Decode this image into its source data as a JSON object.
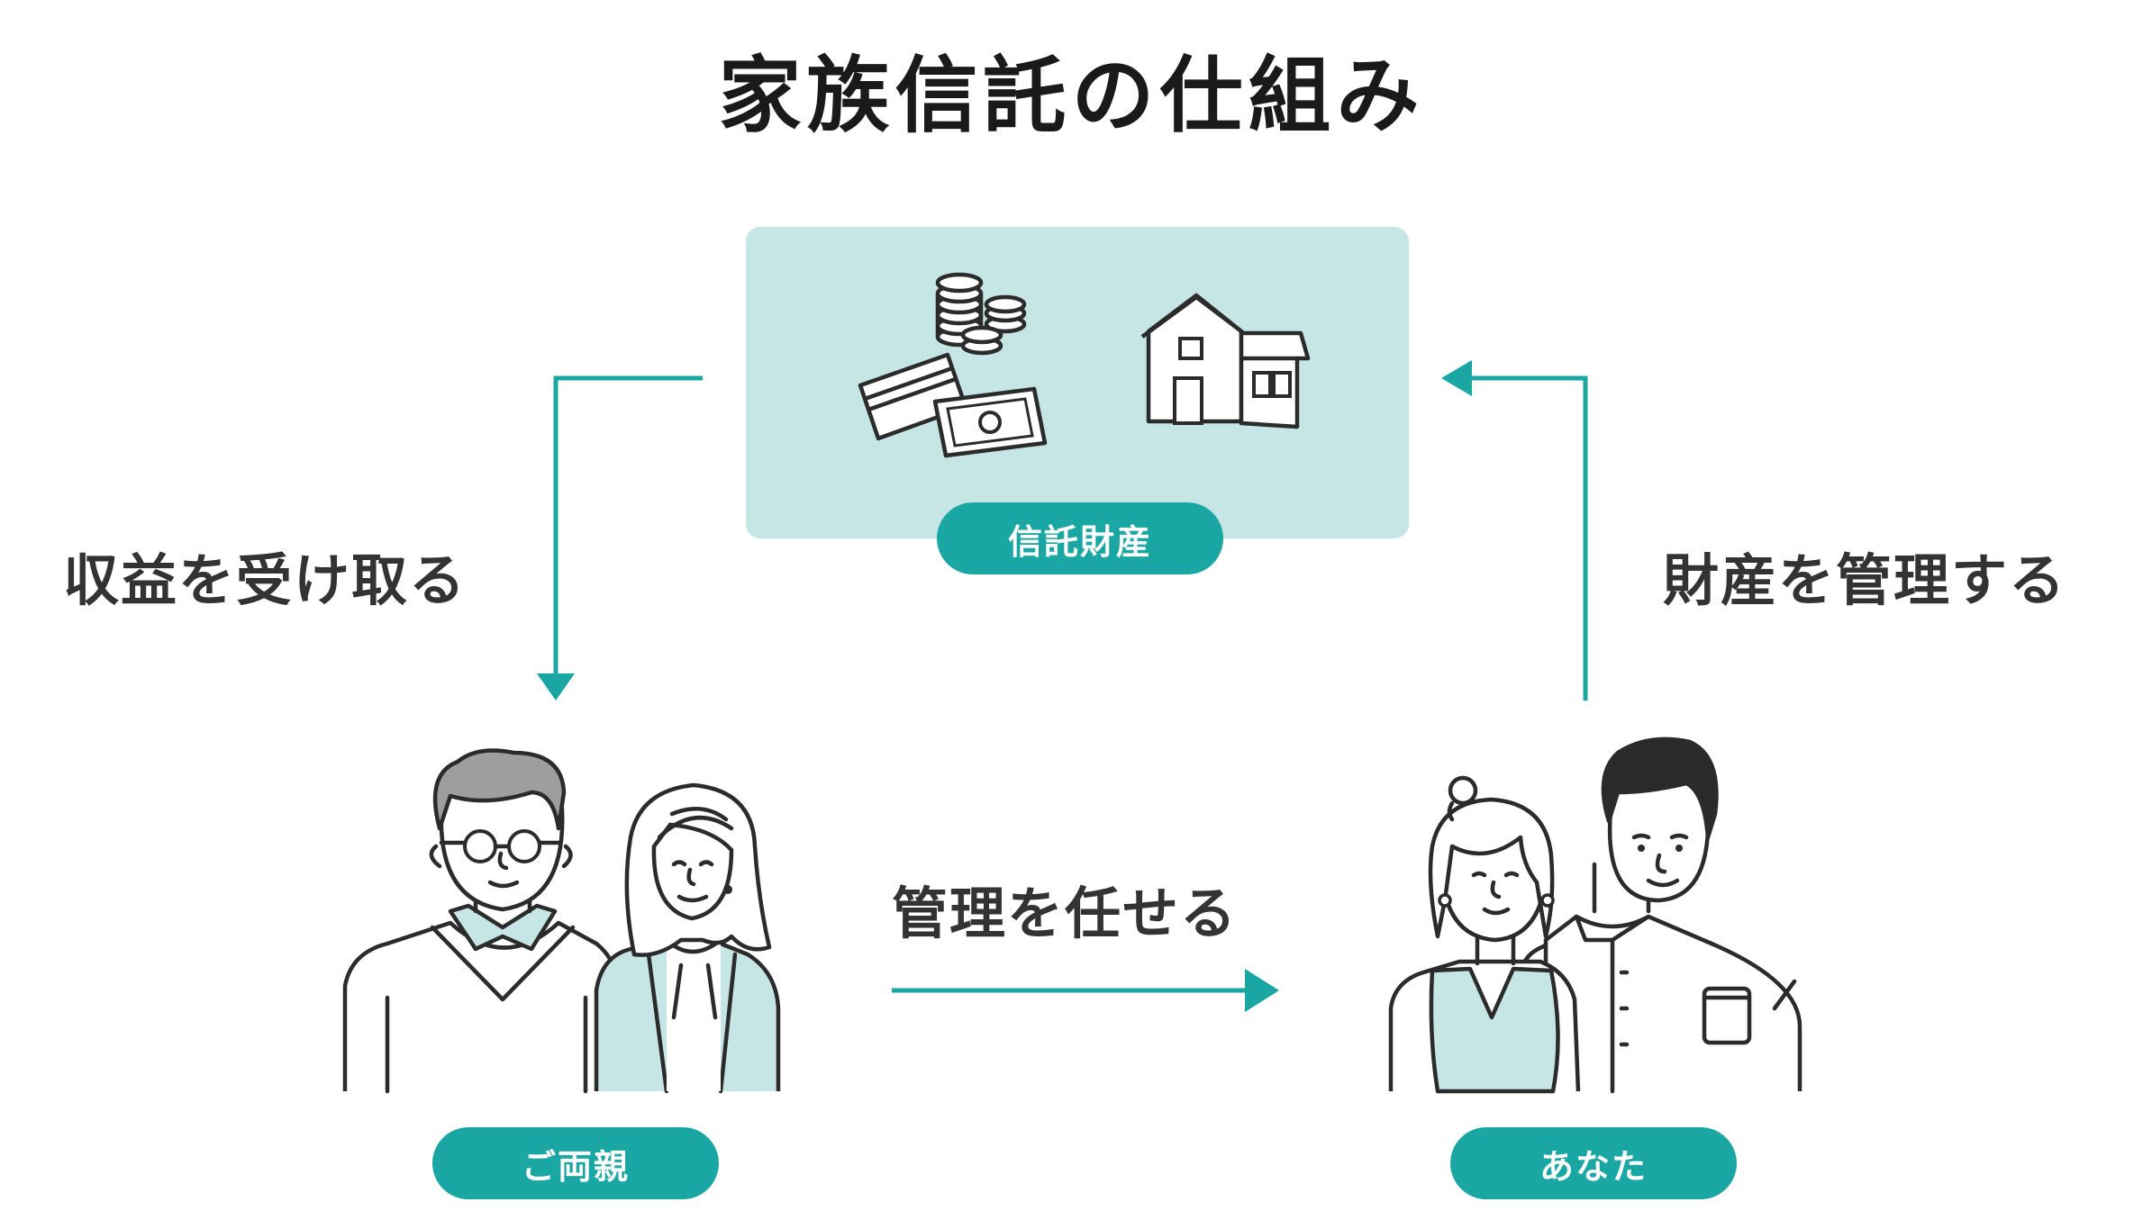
{
  "title": "家族信託の仕組み",
  "labels": {
    "receive_income": "収益を受け取る",
    "manage_assets": "財産を管理する",
    "entrust_management": "管理を任せる"
  },
  "badges": {
    "trust_assets": "信託財産",
    "parents": "ご両親",
    "you": "あなた"
  },
  "colors": {
    "accent": "#1aa7a4",
    "box_fill": "#c6e6e5",
    "ink": "#2b2b2b",
    "hair_gray": "#9e9e9e",
    "hair_dark": "#2a2a2a"
  },
  "icons": [
    "coins-icon",
    "credit-card-icon",
    "banknote-icon",
    "house-icon"
  ]
}
